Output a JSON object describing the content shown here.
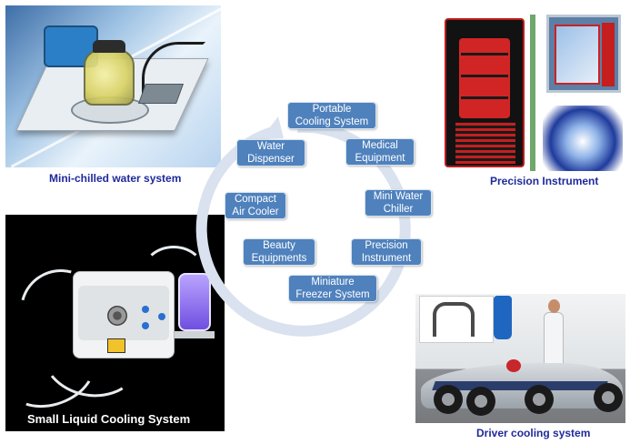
{
  "cycle": {
    "nodes": [
      {
        "label": "Portable\nCooling System"
      },
      {
        "label": "Medical\nEquipment"
      },
      {
        "label": "Mini Water\nChiller"
      },
      {
        "label": "Precision\nInstrument"
      },
      {
        "label": "Miniature\nFreezer System"
      },
      {
        "label": "Beauty\nEquipments"
      },
      {
        "label": "Compact\nAir Cooler"
      },
      {
        "label": "Water\nDispenser"
      }
    ],
    "node_color": "#4f81bd",
    "ring_color": "#d9e2ee"
  },
  "panels": {
    "mini_chilled": {
      "caption": "Mini-chilled water system"
    },
    "precision": {
      "caption": "Precision Instrument"
    },
    "small_liquid": {
      "caption": "Small Liquid Cooling System"
    },
    "driver": {
      "caption": "Driver cooling system"
    }
  },
  "colors": {
    "caption_blue": "#1f2a9a",
    "caption_white": "#ffffff"
  }
}
